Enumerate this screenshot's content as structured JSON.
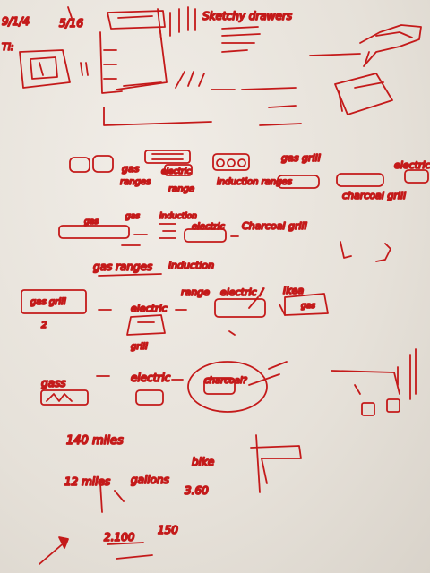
{
  "page": {
    "ink_color": "#c41a1a",
    "paper_color": "#ece7df"
  },
  "notes": {
    "n1": "9/1/4",
    "n2": "5/16",
    "n3": "Sketchy drawers",
    "n4": "gas",
    "n5": "gas grill",
    "n6": "electric",
    "n7": "ranges",
    "n8": "electric",
    "n9": "range",
    "n10": "induction ranges",
    "n11": "charcoal grill",
    "n12": "gas",
    "n13": "gas",
    "n14": "induction",
    "n15": "electric",
    "n16": "Charcoal grill",
    "n17": "gas ranges",
    "n18": "induction",
    "n19": "gas grill",
    "n20": "2",
    "n21": "electric",
    "n22": "range",
    "n23": "electric /",
    "n24": "Ikea",
    "n25": "gas",
    "n26": "grill",
    "n27": "gass",
    "n28": "electric",
    "n29": "charcoal?",
    "n30": "140 miles",
    "n31": "12 miles",
    "n32": "gallons",
    "n33": "bike",
    "n34": "2.100",
    "n35": "150",
    "n36": "3.60"
  }
}
